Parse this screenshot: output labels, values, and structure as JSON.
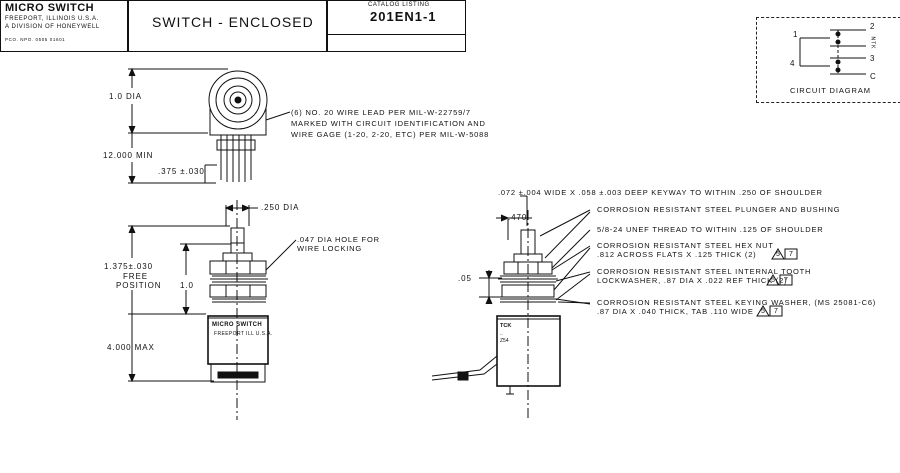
{
  "header": {
    "brand": "MICRO SWITCH",
    "brand_line1": "FREEPORT, ILLINOIS U.S.A.",
    "brand_line2": "A DIVISION OF HONEYWELL",
    "brand_line3": "PCO. NPO. 0505 01601",
    "title": "SWITCH - ENCLOSED",
    "catalog_label": "CATALOG LISTING",
    "catalog_number": "201EN1-1"
  },
  "circuit": {
    "label": "CIRCUIT DIAGRAM",
    "terminals": [
      "1",
      "2",
      "4",
      "3",
      "C"
    ],
    "side_label": "NTK"
  },
  "left_view": {
    "dia_label": "1.0 DIA",
    "wire_note": [
      "(6) NO. 20 WIRE LEAD PER MIL-W-22759/7",
      "MARKED WITH CIRCUIT IDENTIFICATION AND",
      "WIRE GAGE (1-20, 2-20, ETC) PER MIL-W-5088"
    ],
    "min_label": "12.000 MIN",
    "tol_label": ".375 ±.030",
    "plunger_dia": ".250 DIA",
    "hole_note": [
      ".047 DIA HOLE FOR",
      "WIRE LOCKING"
    ],
    "free_pos": [
      "1.375±.030",
      "FREE",
      "POSITION"
    ],
    "dim_one": "1.0",
    "max_label": "4.000 MAX",
    "body_brand": "MICRO SWITCH",
    "body_sub": "FREEPORT ILL U.S.A."
  },
  "right_view": {
    "keyway": ".072 ±.004 WIDE X .058 ±.003 DEEP KEYWAY TO WITHIN .250 OF SHOULDER",
    "plunger_bushing": "CORROSION RESISTANT STEEL PLUNGER AND BUSHING",
    "thread": "5/8-24 UNEF THREAD TO WITHIN .125 OF SHOULDER",
    "hex_nut": [
      "CORROSION RESISTANT STEEL HEX NUT",
      ".812 ACROSS FLATS X .125 THICK (2)"
    ],
    "lockwasher": [
      "CORROSION RESISTANT STEEL INTERNAL TOOTH",
      "LOCKWASHER, .87 DIA X .022 REF THICK (2)"
    ],
    "keying_washer": [
      "CORROSION RESISTANT STEEL KEYING WASHER, (MS 25081-C6)",
      ".87 DIA X .040 THICK, TAB .110 WIDE"
    ],
    "dim_470": ".470",
    "dim_05": ".05",
    "flag": "5",
    "flag2": "7",
    "body_text": [
      "TCK",
      "..",
      "Z54"
    ]
  }
}
